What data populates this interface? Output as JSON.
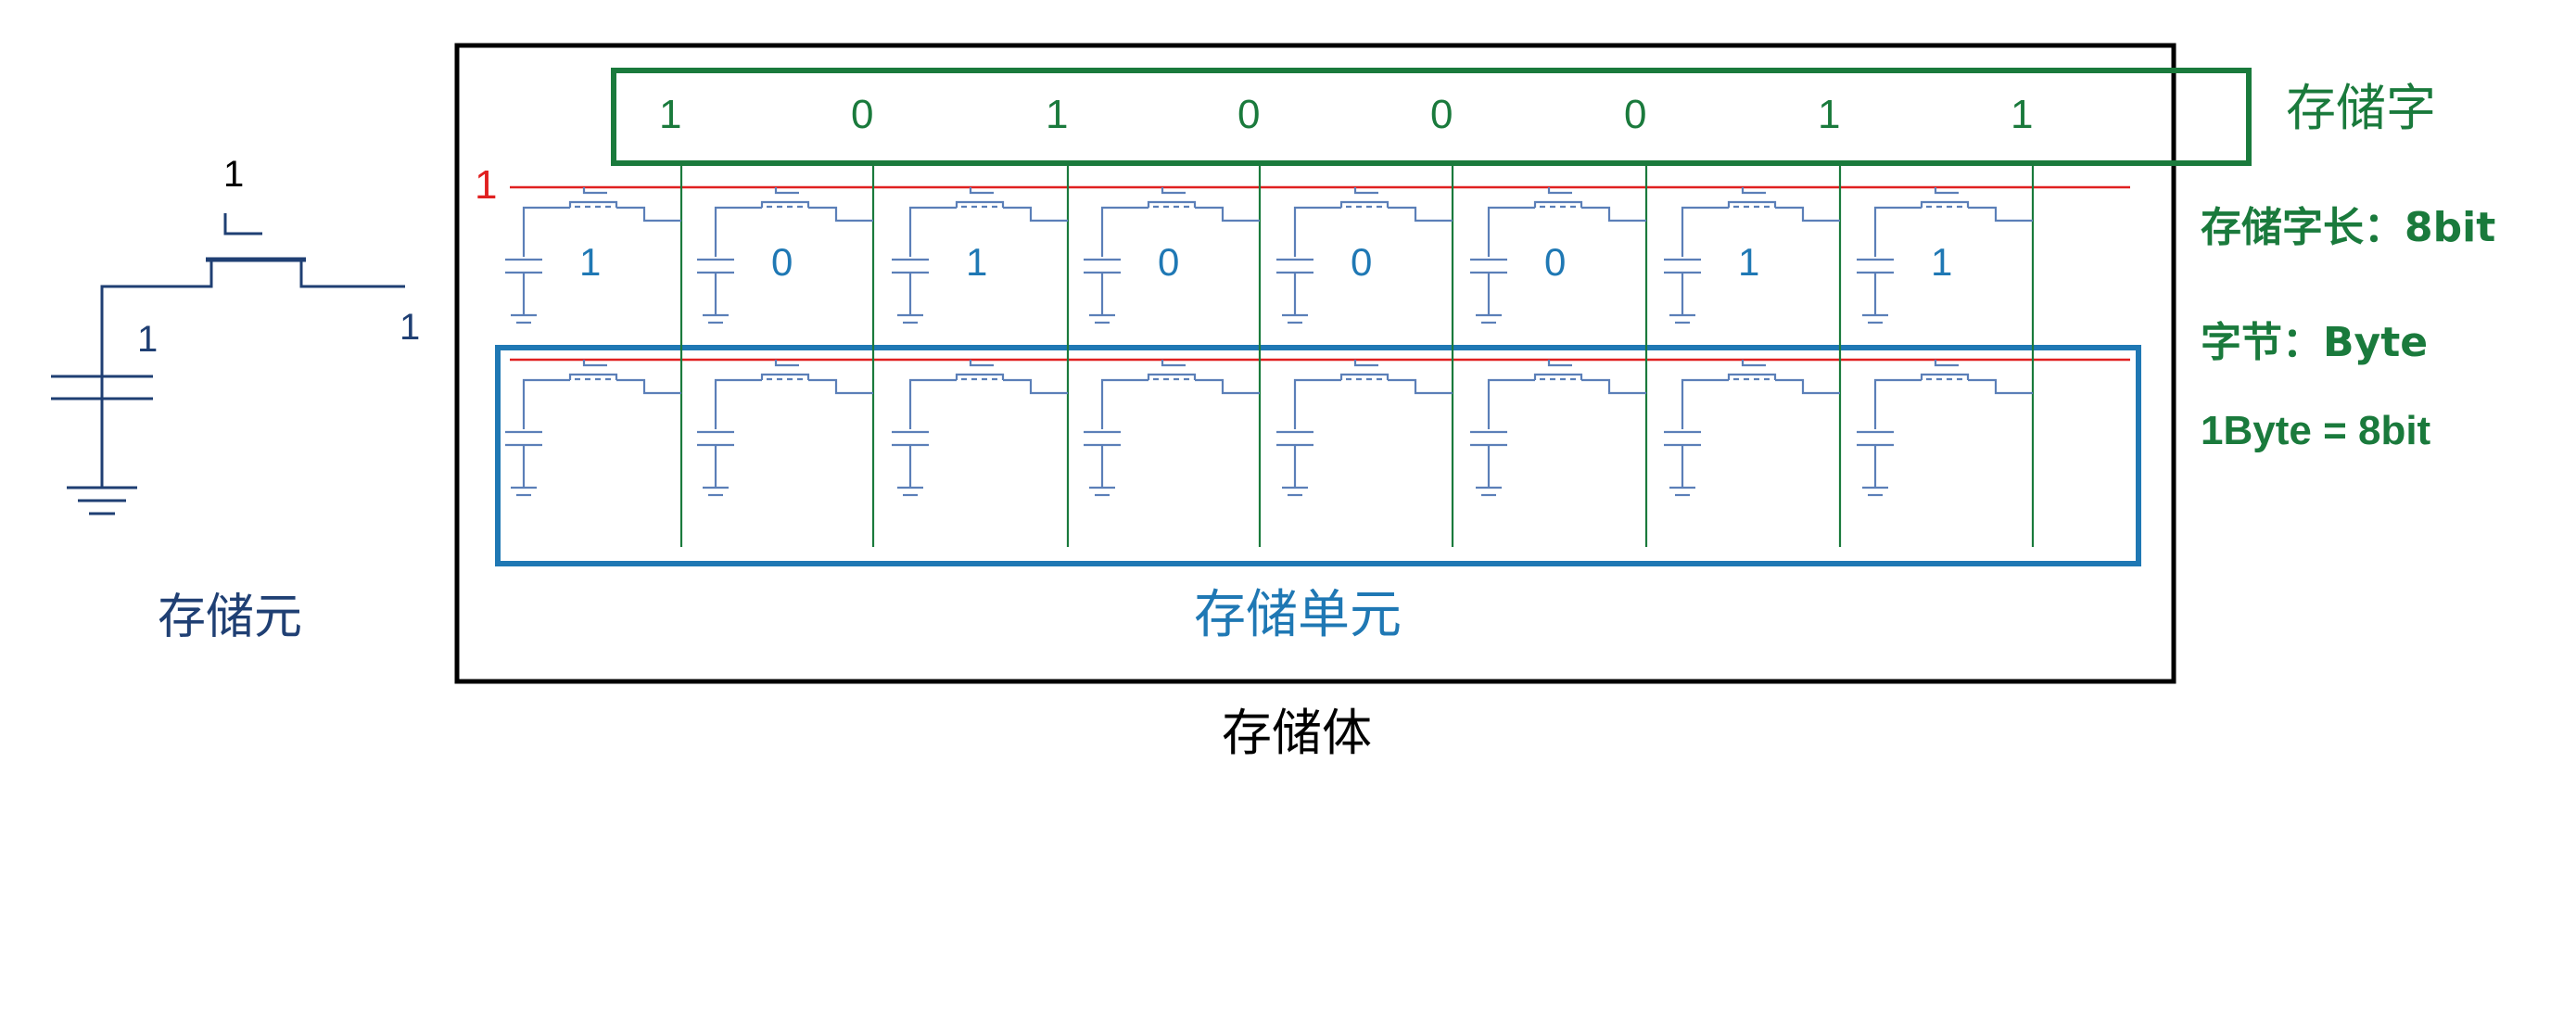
{
  "colors": {
    "green": "#1a7a3c",
    "blue": "#1f78b4",
    "red": "#e02020",
    "navy": "#1f3f73",
    "circuit": "#5b7fb8",
    "black": "#000000"
  },
  "left_cell": {
    "top_bit": "1",
    "left_bit": "1",
    "right_bit": "1",
    "caption": "存储元"
  },
  "memory_body": {
    "caption": "存储体",
    "word_label": "存储字",
    "unit_label": "存储单元",
    "row_select_bit": "1",
    "word_bits": [
      "1",
      "0",
      "1",
      "0",
      "0",
      "0",
      "1",
      "1"
    ],
    "cell_bits": [
      "1",
      "0",
      "1",
      "0",
      "0",
      "0",
      "1",
      "1"
    ]
  },
  "notes": {
    "word_length": "存储字长：8bit",
    "byte_label": "字节：Byte",
    "byte_def": "1Byte = 8bit"
  }
}
